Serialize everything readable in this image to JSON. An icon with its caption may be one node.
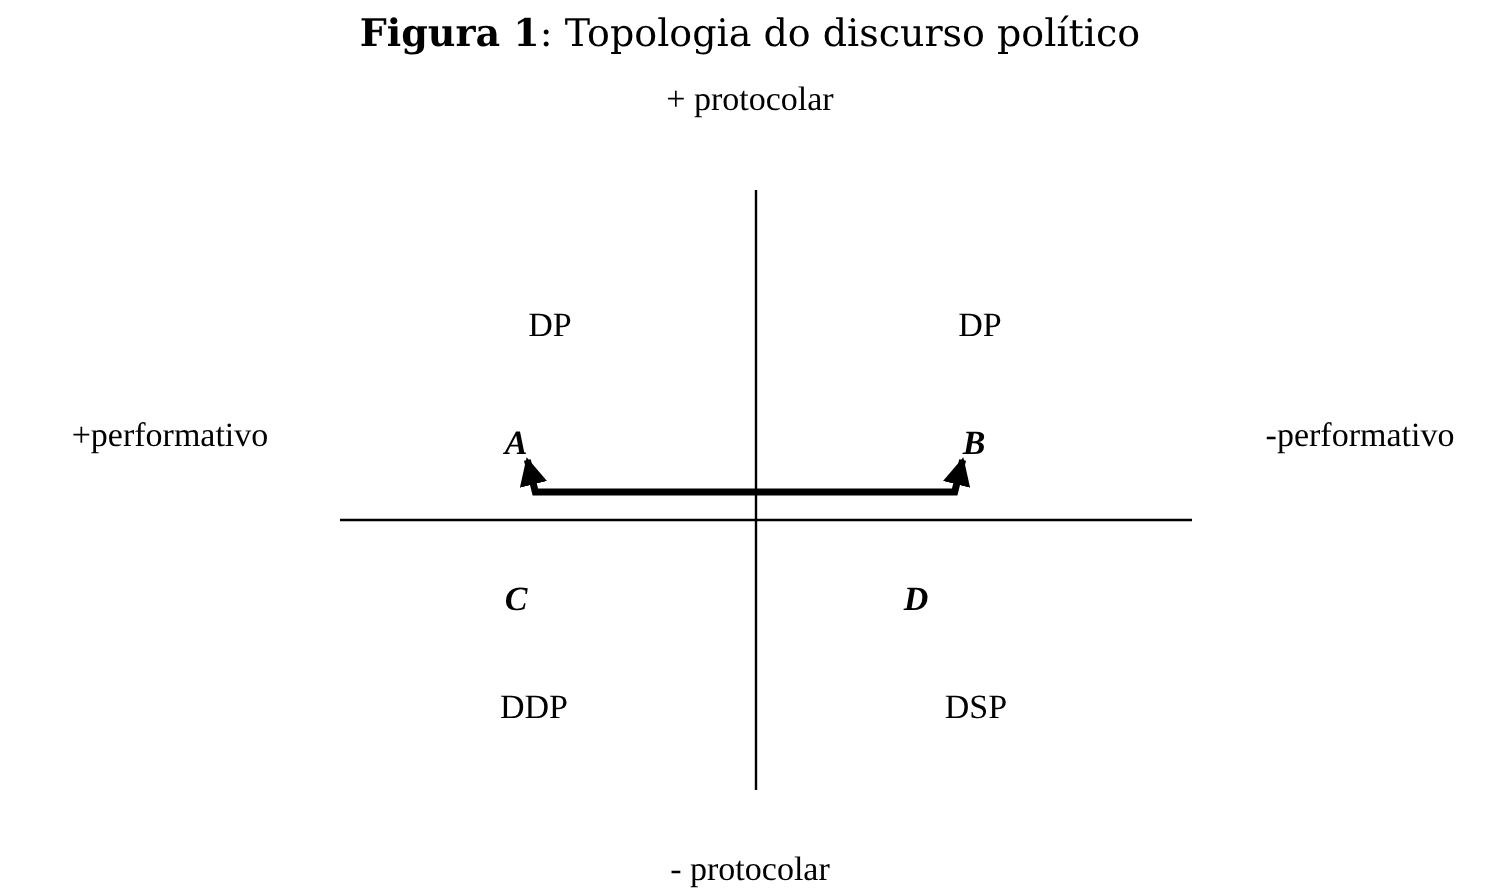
{
  "diagram": {
    "title": "**Figura 1**: Topologia do discurso político",
    "nodes": [
      {
        "text": [
          "A"
        ]
      },
      {
        "text": [
          "B"
        ]
      }
    ],
    "edges": [
      {
        "from": 0,
        "to": 1,
        "arrow": "both"
      }
    ],
    "labels": [
      "+ protocolar",
      "DP",
      "DP",
      "+performativo",
      "-performativo",
      "C",
      "D",
      "DDP",
      "DSP",
      "- protocolar"
    ]
  }
}
